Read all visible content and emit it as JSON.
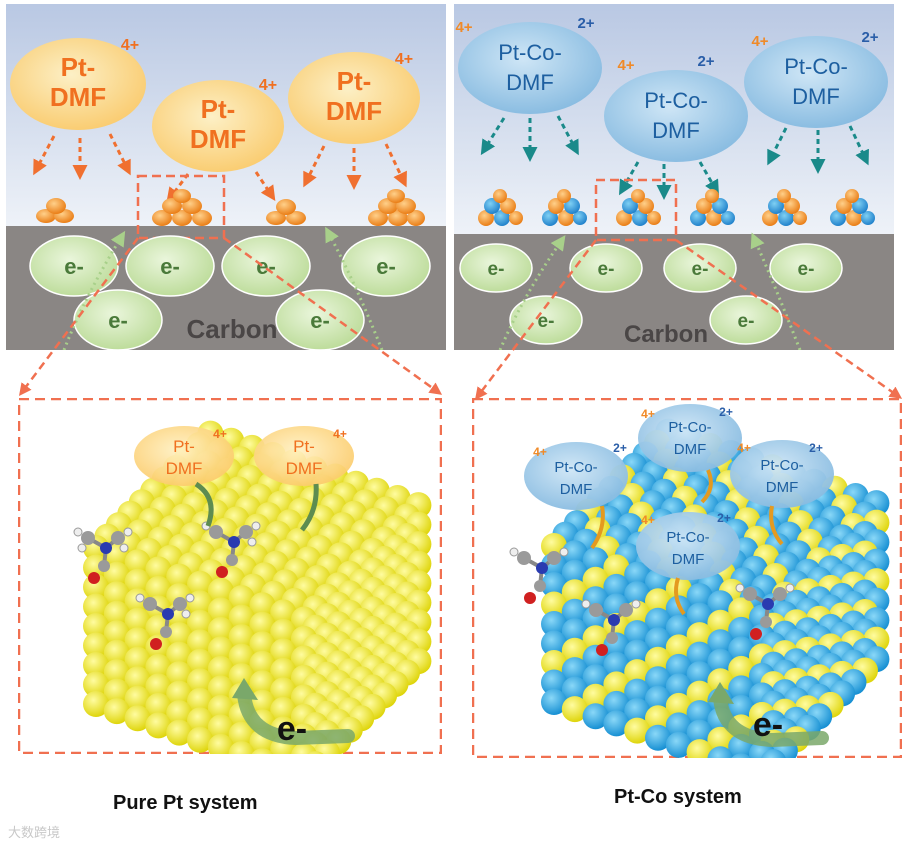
{
  "left": {
    "ion_name_line1": "Pt-",
    "ion_name_line2": "DMF",
    "ion_charge": "4+",
    "electron_label": "e-",
    "support_label": "Carbon",
    "caption": "Pure Pt system"
  },
  "right": {
    "ion_name_line1": "Pt-Co-",
    "ion_name_line2": "DMF",
    "pt_charge": "4+",
    "co_charge": "2+",
    "electron_label": "e-",
    "support_label": "Carbon",
    "caption": "Pt-Co system"
  },
  "watermark": "大数跨境",
  "colors": {
    "orange_dash": "#f07050",
    "pt_ion_fill": "#fdd98a",
    "ptco_ion_fill": "#8fc3e6",
    "electron_fill": "#cfe6b0",
    "carbon": "#8a8684",
    "pt_atom": "#f2ea1a",
    "co_atom": "#18a2df",
    "charge_orange": "#f08a28",
    "charge_blue": "#2a5ea8"
  }
}
